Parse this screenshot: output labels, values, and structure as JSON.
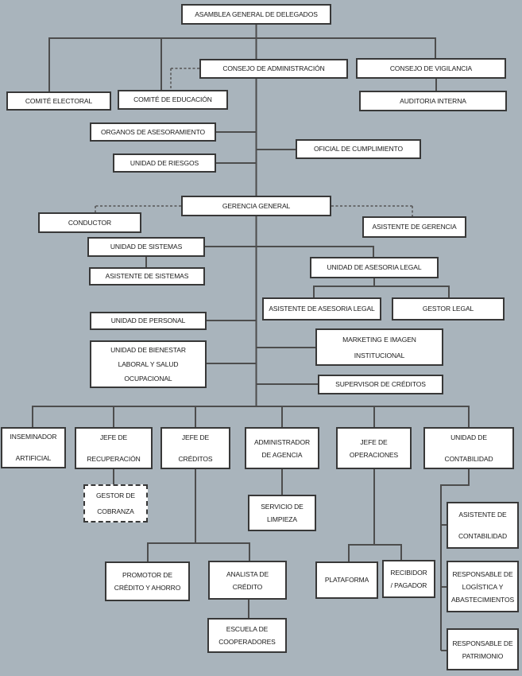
{
  "style": {
    "background": "#a9b4bc",
    "box_fill": "#ffffff",
    "box_border": "#383838",
    "line_color": "#4d4d4d",
    "text_color": "#1a1a1a"
  },
  "nodes": {
    "asamblea": {
      "label": "ASAMBLEA GENERAL DE DELEGADOS"
    },
    "consejo_administracion": {
      "label": "CONSEJO DE ADMINISTRACIÓN"
    },
    "consejo_vigilancia": {
      "label": "CONSEJO DE VIGILANCIA"
    },
    "comite_electoral": {
      "label": "COMITÉ ELECTORAL"
    },
    "comite_educacion": {
      "label": "COMITÉ DE EDUCACIÓN"
    },
    "auditoria_interna": {
      "label": "AUDITORIA INTERNA"
    },
    "organos_asesoramiento": {
      "label": "ORGANOS DE ASESORAMIENTO"
    },
    "oficial_cumplimiento": {
      "label": "OFICIAL DE CUMPLIMIENTO"
    },
    "unidad_riesgos": {
      "label": "UNIDAD DE RIESGOS"
    },
    "gerencia_general": {
      "label": "GERENCIA GENERAL"
    },
    "conductor": {
      "label": "CONDUCTOR"
    },
    "asistente_gerencia": {
      "label": "ASISTENTE DE GERENCIA"
    },
    "unidad_sistemas": {
      "label": "UNIDAD DE SISTEMAS"
    },
    "asistente_sistemas": {
      "label": "ASISTENTE DE SISTEMAS"
    },
    "unidad_asesoria_legal": {
      "label": "UNIDAD DE ASESORIA LEGAL"
    },
    "asistente_asesoria_legal": {
      "label": "ASISTENTE DE ASESORIA LEGAL"
    },
    "gestor_legal": {
      "label": "GESTOR LEGAL"
    },
    "unidad_personal": {
      "label": "UNIDAD DE PERSONAL"
    },
    "unidad_bienestar": {
      "label": "UNIDAD DE BIENESTAR\nLABORAL Y SALUD\nOCUPACIONAL"
    },
    "marketing": {
      "label": "MARKETING E IMAGEN\nINSTITUCIONAL"
    },
    "supervisor_creditos": {
      "label": "SUPERVISOR DE CRÉDITOS"
    },
    "inseminador": {
      "label": "INSEMINADOR\nARTIFICIAL"
    },
    "jefe_recuperacion": {
      "label": "JEFE DE\nRECUPERACIÓN"
    },
    "jefe_creditos": {
      "label": "JEFE DE\nCRÉDITOS"
    },
    "administrador_agencia": {
      "label": "ADMINISTRADOR\nDE AGENCIA"
    },
    "jefe_operaciones": {
      "label": "JEFE DE\nOPERACIONES"
    },
    "unidad_contabilidad": {
      "label": "UNIDAD DE\nCONTABILIDAD"
    },
    "gestor_cobranza": {
      "label": "GESTOR DE\nCOBRANZA"
    },
    "servicio_limpieza": {
      "label": "SERVICIO DE\nLIMPIEZA"
    },
    "promotor_credito": {
      "label": "PROMOTOR DE\nCRÉDITO Y AHORRO"
    },
    "analista_credito": {
      "label": "ANALISTA DE\nCRÉDITO"
    },
    "plataforma": {
      "label": "PLATAFORMA"
    },
    "recibidor_pagador": {
      "label": "RECIBIDOR\n/ PAGADOR"
    },
    "asistente_contabilidad": {
      "label": "ASISTENTE DE\nCONTABILIDAD"
    },
    "responsable_logistica": {
      "label": "RESPONSABLE DE\nLOGÍSTICA Y\nABASTECIMIENTOS"
    },
    "responsable_patrimonio": {
      "label": "RESPONSABLE DE\nPATRIMONIO"
    },
    "escuela_cooperadores": {
      "label": "ESCUELA DE\nCOOPERADORES"
    }
  }
}
